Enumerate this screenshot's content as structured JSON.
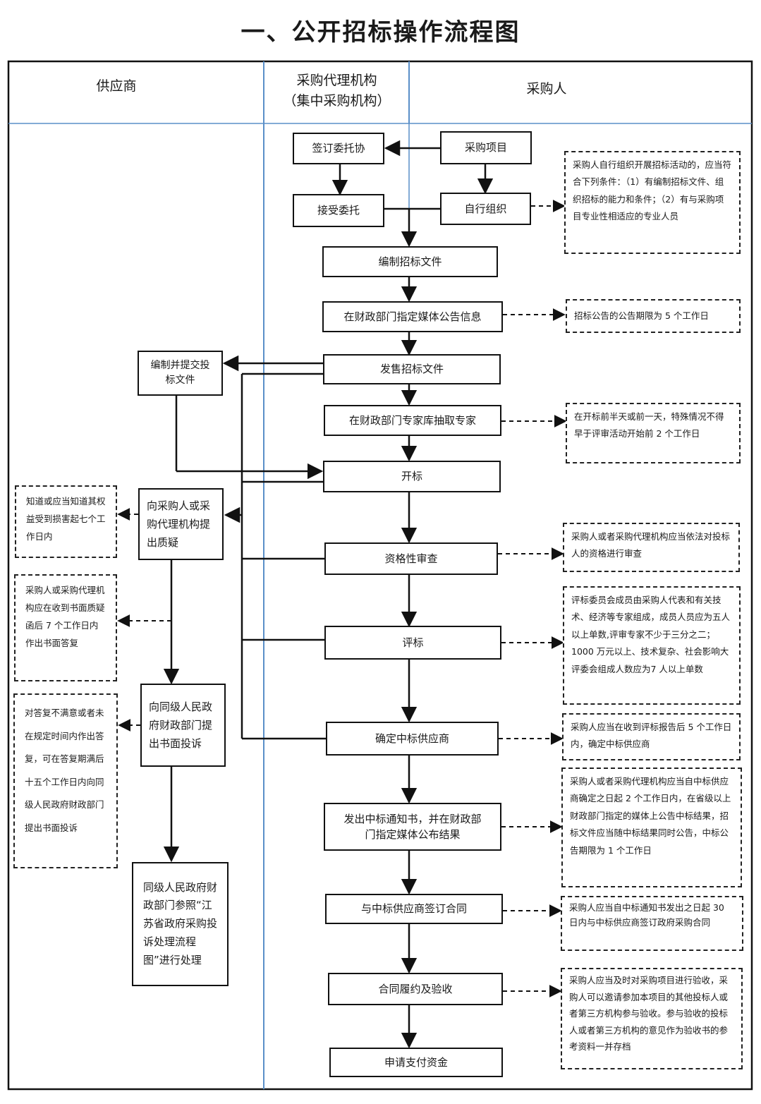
{
  "title": "一、公开招标操作流程图",
  "lanes": {
    "supplier": "供应商",
    "agency_line1": "采购代理机构",
    "agency_line2": "（集中采购机构）",
    "purchaser": "采购人"
  },
  "steps": {
    "sign_agreement": "签订委托协",
    "procurement_project": "采购项目",
    "accept_commission": "接受委托",
    "self_organize": "自行组织",
    "prepare_docs": "编制招标文件",
    "publish_info": "在财政部门指定媒体公告信息",
    "sell_docs": "发售招标文件",
    "draw_experts": "在财政部门专家库抽取专家",
    "open_bid": "开标",
    "qualification": "资格性审查",
    "evaluate": "评标",
    "confirm_winner": "确定中标供应商",
    "issue_notice": "发出中标通知书，并在财政部门指定媒体公布结果",
    "sign_contract": "与中标供应商签订合同",
    "perform_accept": "合同履约及验收",
    "apply_payment": "申请支付资金"
  },
  "supplier_steps": {
    "prepare_bid": "编制并提交投标文件",
    "raise_query": "向采购人或采购代理机构提出质疑",
    "complaint": "向同级人民政府财政部门提出书面投诉",
    "handling": "同级人民政府财政部门参照“江苏省政府采购投诉处理流程图”进行处理"
  },
  "notes": {
    "self_org": "采购人自行组织开展招标活动的，应当符合下列条件：（1）有编制招标文件、组织招标的能力和条件；（2）有与采购项目专业性相适应的专业人员",
    "notice_period": "招标公告的公告期限为 5 个工作日",
    "expert_time": "在开标前半天或前一天，特殊情况不得早于评审活动开始前 2 个工作日",
    "qualification": "采购人或者采购代理机构应当依法对投标人的资格进行审查",
    "committee": "评标委员会成员由采购人代表和有关技术、经济等专家组成，成员人员应为五人以上单数,评审专家不少于三分之二；1000 万元以上、技术复杂、社会影响大评委会组成人数应为7 人以上单数",
    "confirm": "采购人应当在收到评标报告后 5 个工作日内，确定中标供应商",
    "announce": "采购人或者采购代理机构应当自中标供应商确定之日起 2 个工作日内，在省级以上财政部门指定的媒体上公告中标结果，招标文件应当随中标结果同时公告，中标公告期限为 1 个工作日",
    "contract": "采购人应当自中标通知书发出之日起 30 日内与中标供应商签订政府采购合同",
    "acceptance": "采购人应当及时对采购项目进行验收，采购人可以邀请参加本项目的其他投标人或者第三方机构参与验收。参与验收的投标人或者第三方机构的意见作为验收书的参考资料一并存档",
    "query_time": "知道或应当知道其权益受到损害起七个工作日内",
    "reply": "采购人或采购代理机构应在收到书面质疑函后 7 个工作日内作出书面答复",
    "complaint_time": "对答复不满意或者未在规定时间内作出答复，可在答复期满后十五个工作日内向同级人民政府财政部门提出书面投诉"
  }
}
